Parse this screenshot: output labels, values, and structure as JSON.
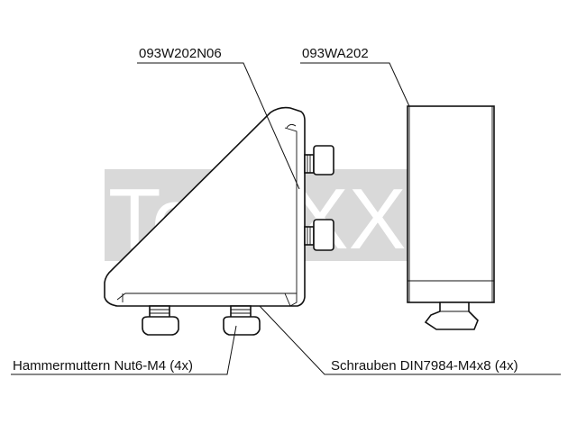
{
  "labels": {
    "angle_bracket": "093W202N06",
    "cover_cap": "093WA202",
    "hammer_nuts": "Hammermuttern Nut6-M4 (4x)",
    "screws": "Schrauben DIN7984-M4x8 (4x)"
  },
  "watermark": {
    "text": "TechXXL",
    "color": "#d9d9d9"
  }
}
